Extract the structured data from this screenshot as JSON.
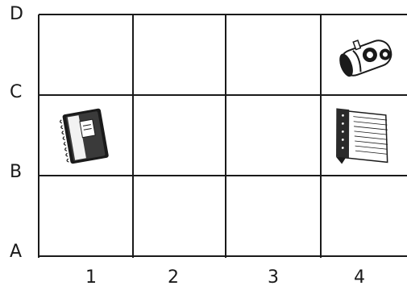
{
  "grid": {
    "row_labels": [
      "A",
      "B",
      "C",
      "D"
    ],
    "column_labels": [
      "1",
      "2",
      "3",
      "4"
    ]
  },
  "objects": [
    {
      "name": "notebook",
      "column": "1",
      "row_between": [
        "B",
        "C"
      ],
      "icon": "spiral-notebook-icon"
    },
    {
      "name": "pencil-case",
      "column": "4",
      "row_between": [
        "C",
        "D"
      ],
      "icon": "pencil-case-icon"
    },
    {
      "name": "lined-paper",
      "column": "4",
      "row_between": [
        "B",
        "C"
      ],
      "icon": "lined-paper-icon"
    }
  ]
}
